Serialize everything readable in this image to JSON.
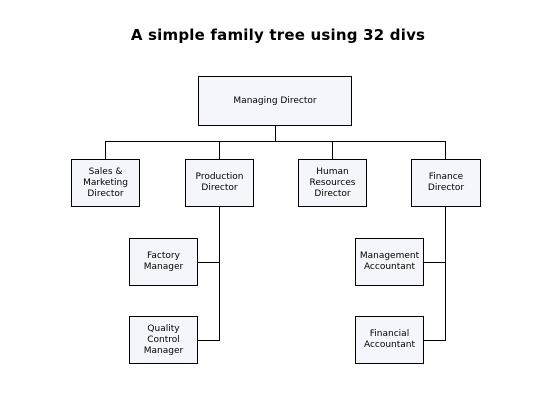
{
  "page": {
    "title": "A simple family tree using 32 divs"
  },
  "tree": {
    "root": "Managing Director",
    "directors": {
      "sales": "Sales &\nMarketing\nDirector",
      "production": "Production\nDirector",
      "hr": "Human\nResources\nDirector",
      "finance": "Finance\nDirector"
    },
    "production_reports": {
      "factory": "Factory\nManager",
      "quality": "Quality Control\nManager"
    },
    "finance_reports": {
      "management": "Management\nAccountant",
      "financial": "Financial\nAccountant"
    }
  }
}
